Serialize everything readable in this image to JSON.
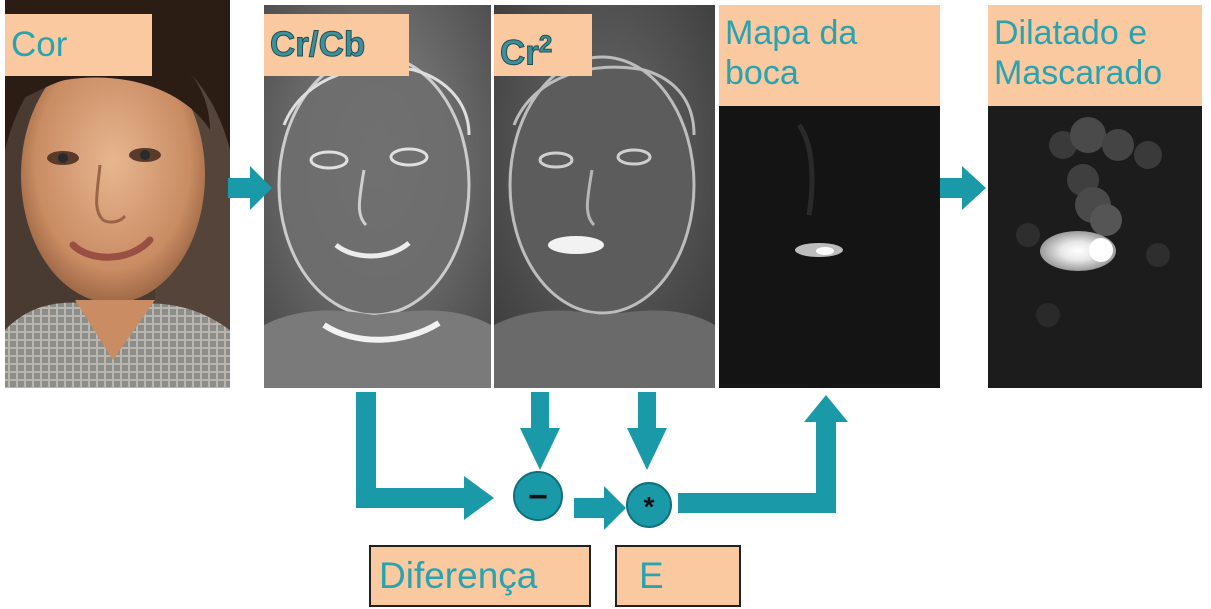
{
  "labels": {
    "color": "Cor",
    "crcb": "Cr/Cb",
    "cr_base": "Cr",
    "cr_exp": "2",
    "mouth_map_line1": "Mapa da",
    "mouth_map_line2": "boca",
    "dilated_line1": "Dilatado e",
    "dilated_line2": "Mascarado"
  },
  "operations": {
    "difference_symbol": "−",
    "and_symbol": "*"
  },
  "boxes": {
    "difference": "Diferença",
    "and": "E"
  },
  "colors": {
    "accent": "#1a9aa9",
    "label_bg": "#fac9a0",
    "label_text": "#2aa3b1"
  }
}
